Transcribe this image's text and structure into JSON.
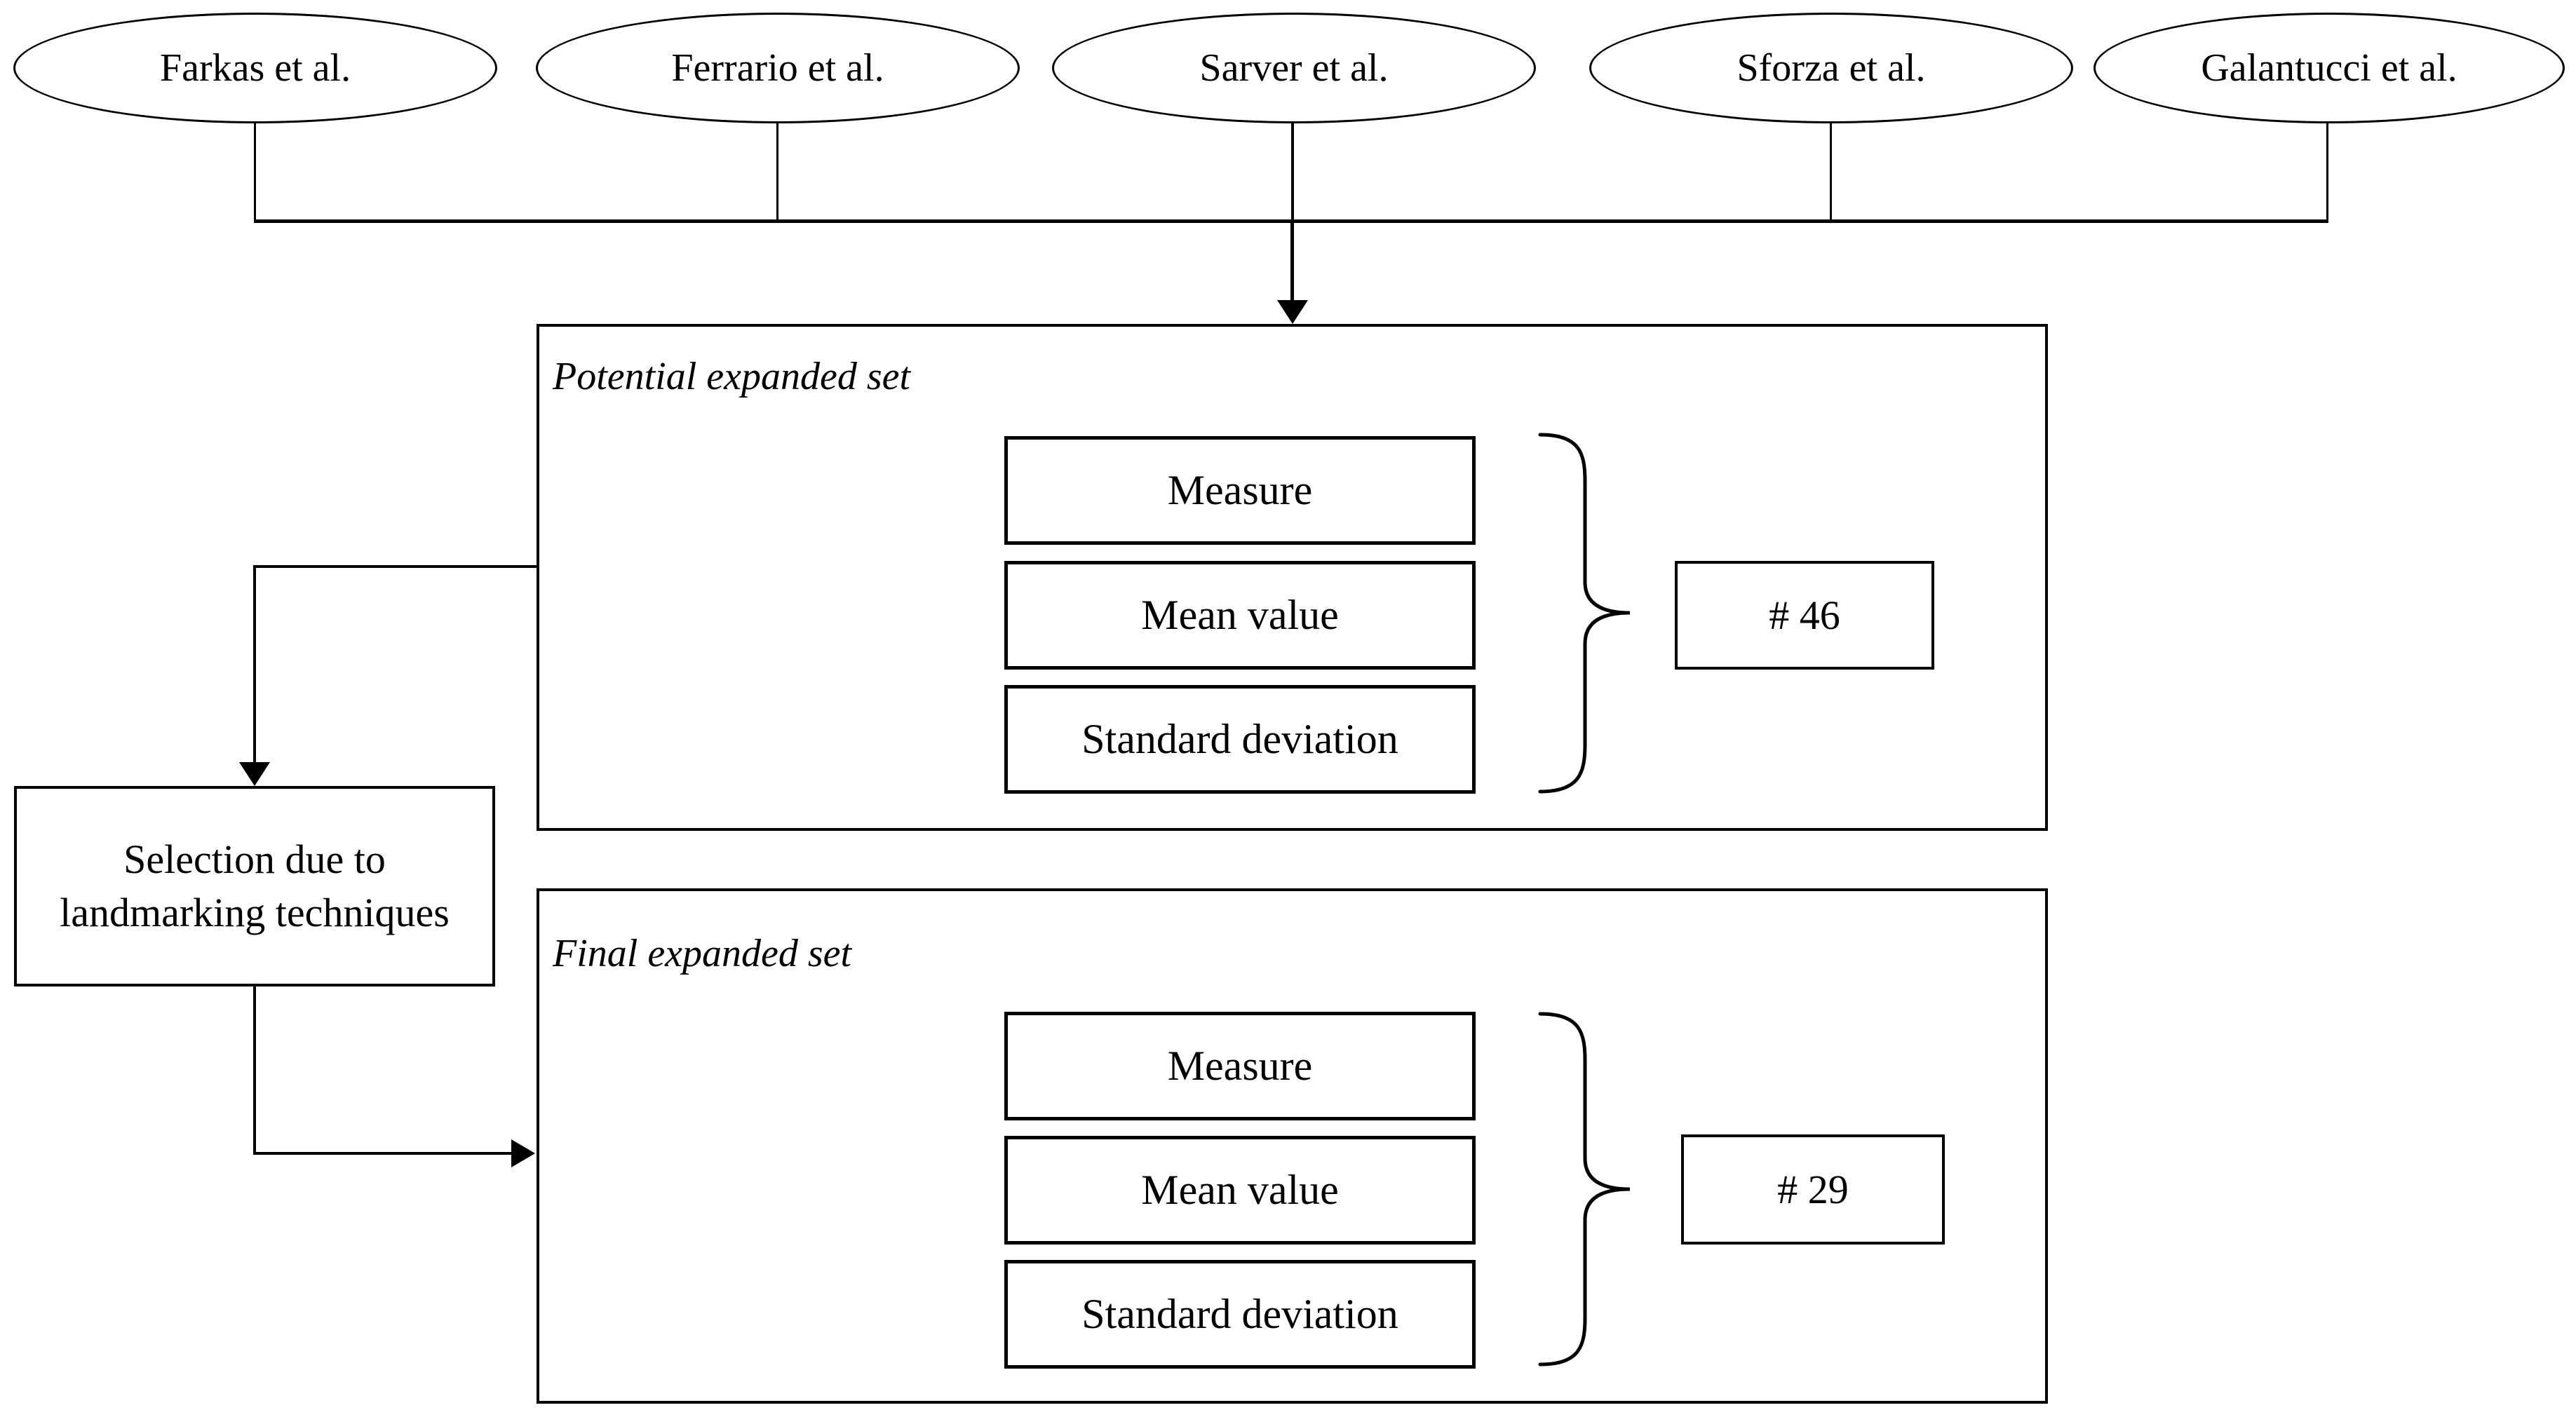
{
  "figure": {
    "background": "#ffffff",
    "line_color": "#000000",
    "text_color": "#000000"
  },
  "sources": [
    {
      "label": "Farkas et al."
    },
    {
      "label": "Ferrario et al."
    },
    {
      "label": "Sarver et al."
    },
    {
      "label": "Sforza et al."
    },
    {
      "label": "Galantucci et al."
    }
  ],
  "selection": {
    "label": "Selection due to landmarking techniques"
  },
  "potential_set": {
    "title": "Potential expanded set",
    "items": [
      "Measure",
      "Mean value",
      "Standard deviation"
    ],
    "count": "# 46"
  },
  "final_set": {
    "title": "Final expanded set",
    "items": [
      "Measure",
      "Mean value",
      "Standard deviation"
    ],
    "count": "# 29"
  }
}
